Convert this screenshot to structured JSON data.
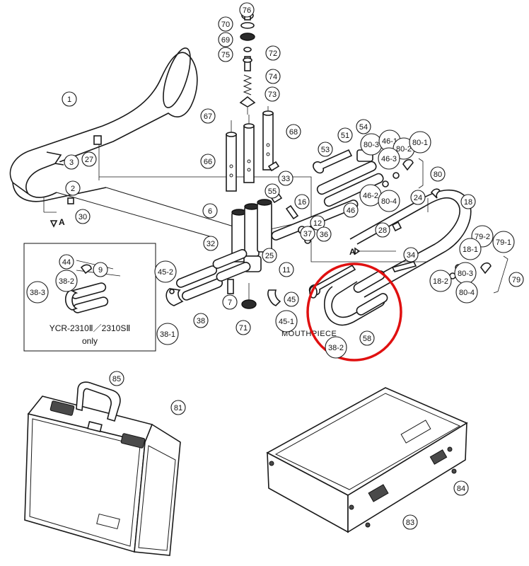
{
  "callouts": [
    {
      "id": "76",
      "label": "76"
    },
    {
      "id": "70",
      "label": "70"
    },
    {
      "id": "69",
      "label": "69"
    },
    {
      "id": "75",
      "label": "75"
    },
    {
      "id": "72",
      "label": "72"
    },
    {
      "id": "74",
      "label": "74"
    },
    {
      "id": "73",
      "label": "73"
    },
    {
      "id": "67",
      "label": "67"
    },
    {
      "id": "68",
      "label": "68"
    },
    {
      "id": "66",
      "label": "66"
    },
    {
      "id": "1",
      "label": "1"
    },
    {
      "id": "27",
      "label": "27"
    },
    {
      "id": "3",
      "label": "3"
    },
    {
      "id": "2",
      "label": "2"
    },
    {
      "id": "30",
      "label": "30"
    },
    {
      "id": "51",
      "label": "51"
    },
    {
      "id": "54",
      "label": "54"
    },
    {
      "id": "53",
      "label": "53"
    },
    {
      "id": "80-3",
      "label": "80-3"
    },
    {
      "id": "46-1",
      "label": "46-1"
    },
    {
      "id": "80-2",
      "label": "80-2"
    },
    {
      "id": "80-1",
      "label": "80-1"
    },
    {
      "id": "46-3",
      "label": "46-3"
    },
    {
      "id": "80",
      "label": "80"
    },
    {
      "id": "46-2",
      "label": "46-2"
    },
    {
      "id": "80-4",
      "label": "80-4"
    },
    {
      "id": "33",
      "label": "33"
    },
    {
      "id": "55",
      "label": "55"
    },
    {
      "id": "24",
      "label": "24"
    },
    {
      "id": "46",
      "label": "46"
    },
    {
      "id": "16",
      "label": "16"
    },
    {
      "id": "6",
      "label": "6"
    },
    {
      "id": "12",
      "label": "12"
    },
    {
      "id": "18",
      "label": "18"
    },
    {
      "id": "37",
      "label": "37"
    },
    {
      "id": "36",
      "label": "36"
    },
    {
      "id": "28",
      "label": "28"
    },
    {
      "id": "32",
      "label": "32"
    },
    {
      "id": "25",
      "label": "25"
    },
    {
      "id": "11",
      "label": "11"
    },
    {
      "id": "34",
      "label": "34"
    },
    {
      "id": "79-2",
      "label": "79-2"
    },
    {
      "id": "79-1",
      "label": "79-1"
    },
    {
      "id": "18-1",
      "label": "18-1"
    },
    {
      "id": "80-3b",
      "label": "80-3"
    },
    {
      "id": "18-2",
      "label": "18-2"
    },
    {
      "id": "80-4b",
      "label": "80-4"
    },
    {
      "id": "79",
      "label": "79"
    },
    {
      "id": "45-2",
      "label": "45-2"
    },
    {
      "id": "7",
      "label": "7"
    },
    {
      "id": "45",
      "label": "45"
    },
    {
      "id": "38",
      "label": "38"
    },
    {
      "id": "71",
      "label": "71"
    },
    {
      "id": "45-1",
      "label": "45-1"
    },
    {
      "id": "38-1",
      "label": "38-1"
    },
    {
      "id": "58",
      "label": "58"
    },
    {
      "id": "38-2b",
      "label": "38-2"
    },
    {
      "id": "44",
      "label": "44"
    },
    {
      "id": "9",
      "label": "9"
    },
    {
      "id": "38-2",
      "label": "38-2"
    },
    {
      "id": "38-3",
      "label": "38-3"
    },
    {
      "id": "85",
      "label": "85"
    },
    {
      "id": "81",
      "label": "81"
    },
    {
      "id": "84",
      "label": "84"
    },
    {
      "id": "83",
      "label": "83"
    }
  ],
  "arrow_labels": {
    "a_top": "A",
    "a_bottom": "A"
  },
  "mouthpiece_label": "MOUTHPIECE",
  "inset": {
    "model_text": "YCR-2310Ⅱ／2310SⅡ",
    "only_text": "only"
  },
  "highlight_color": "#e01010"
}
